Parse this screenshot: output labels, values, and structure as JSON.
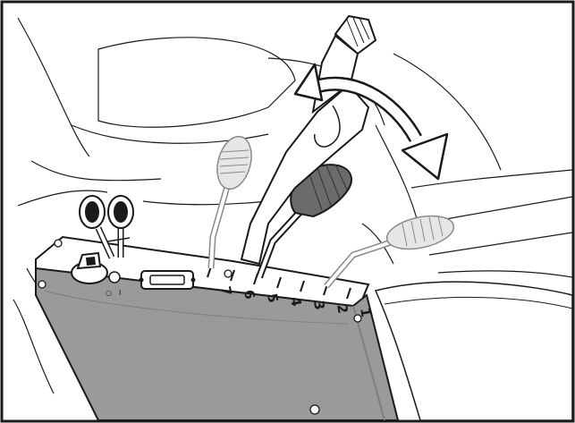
{
  "illustration": {
    "lever_position_labels": [
      "1",
      "2",
      "3",
      "4",
      "5",
      "6",
      "7"
    ],
    "switch_labels": {
      "off": "○",
      "on": "I"
    },
    "motion_indicator": "double-arrow",
    "colors": {
      "line": "#1a1a1a",
      "panel": "#9a9a9a",
      "panel_dark": "#7f7f7f",
      "active_knob": "#6b6b6b",
      "ghost_knob": "#e6e6e6",
      "ghost_stroke": "#8a8a8a",
      "background": "#ffffff"
    }
  }
}
